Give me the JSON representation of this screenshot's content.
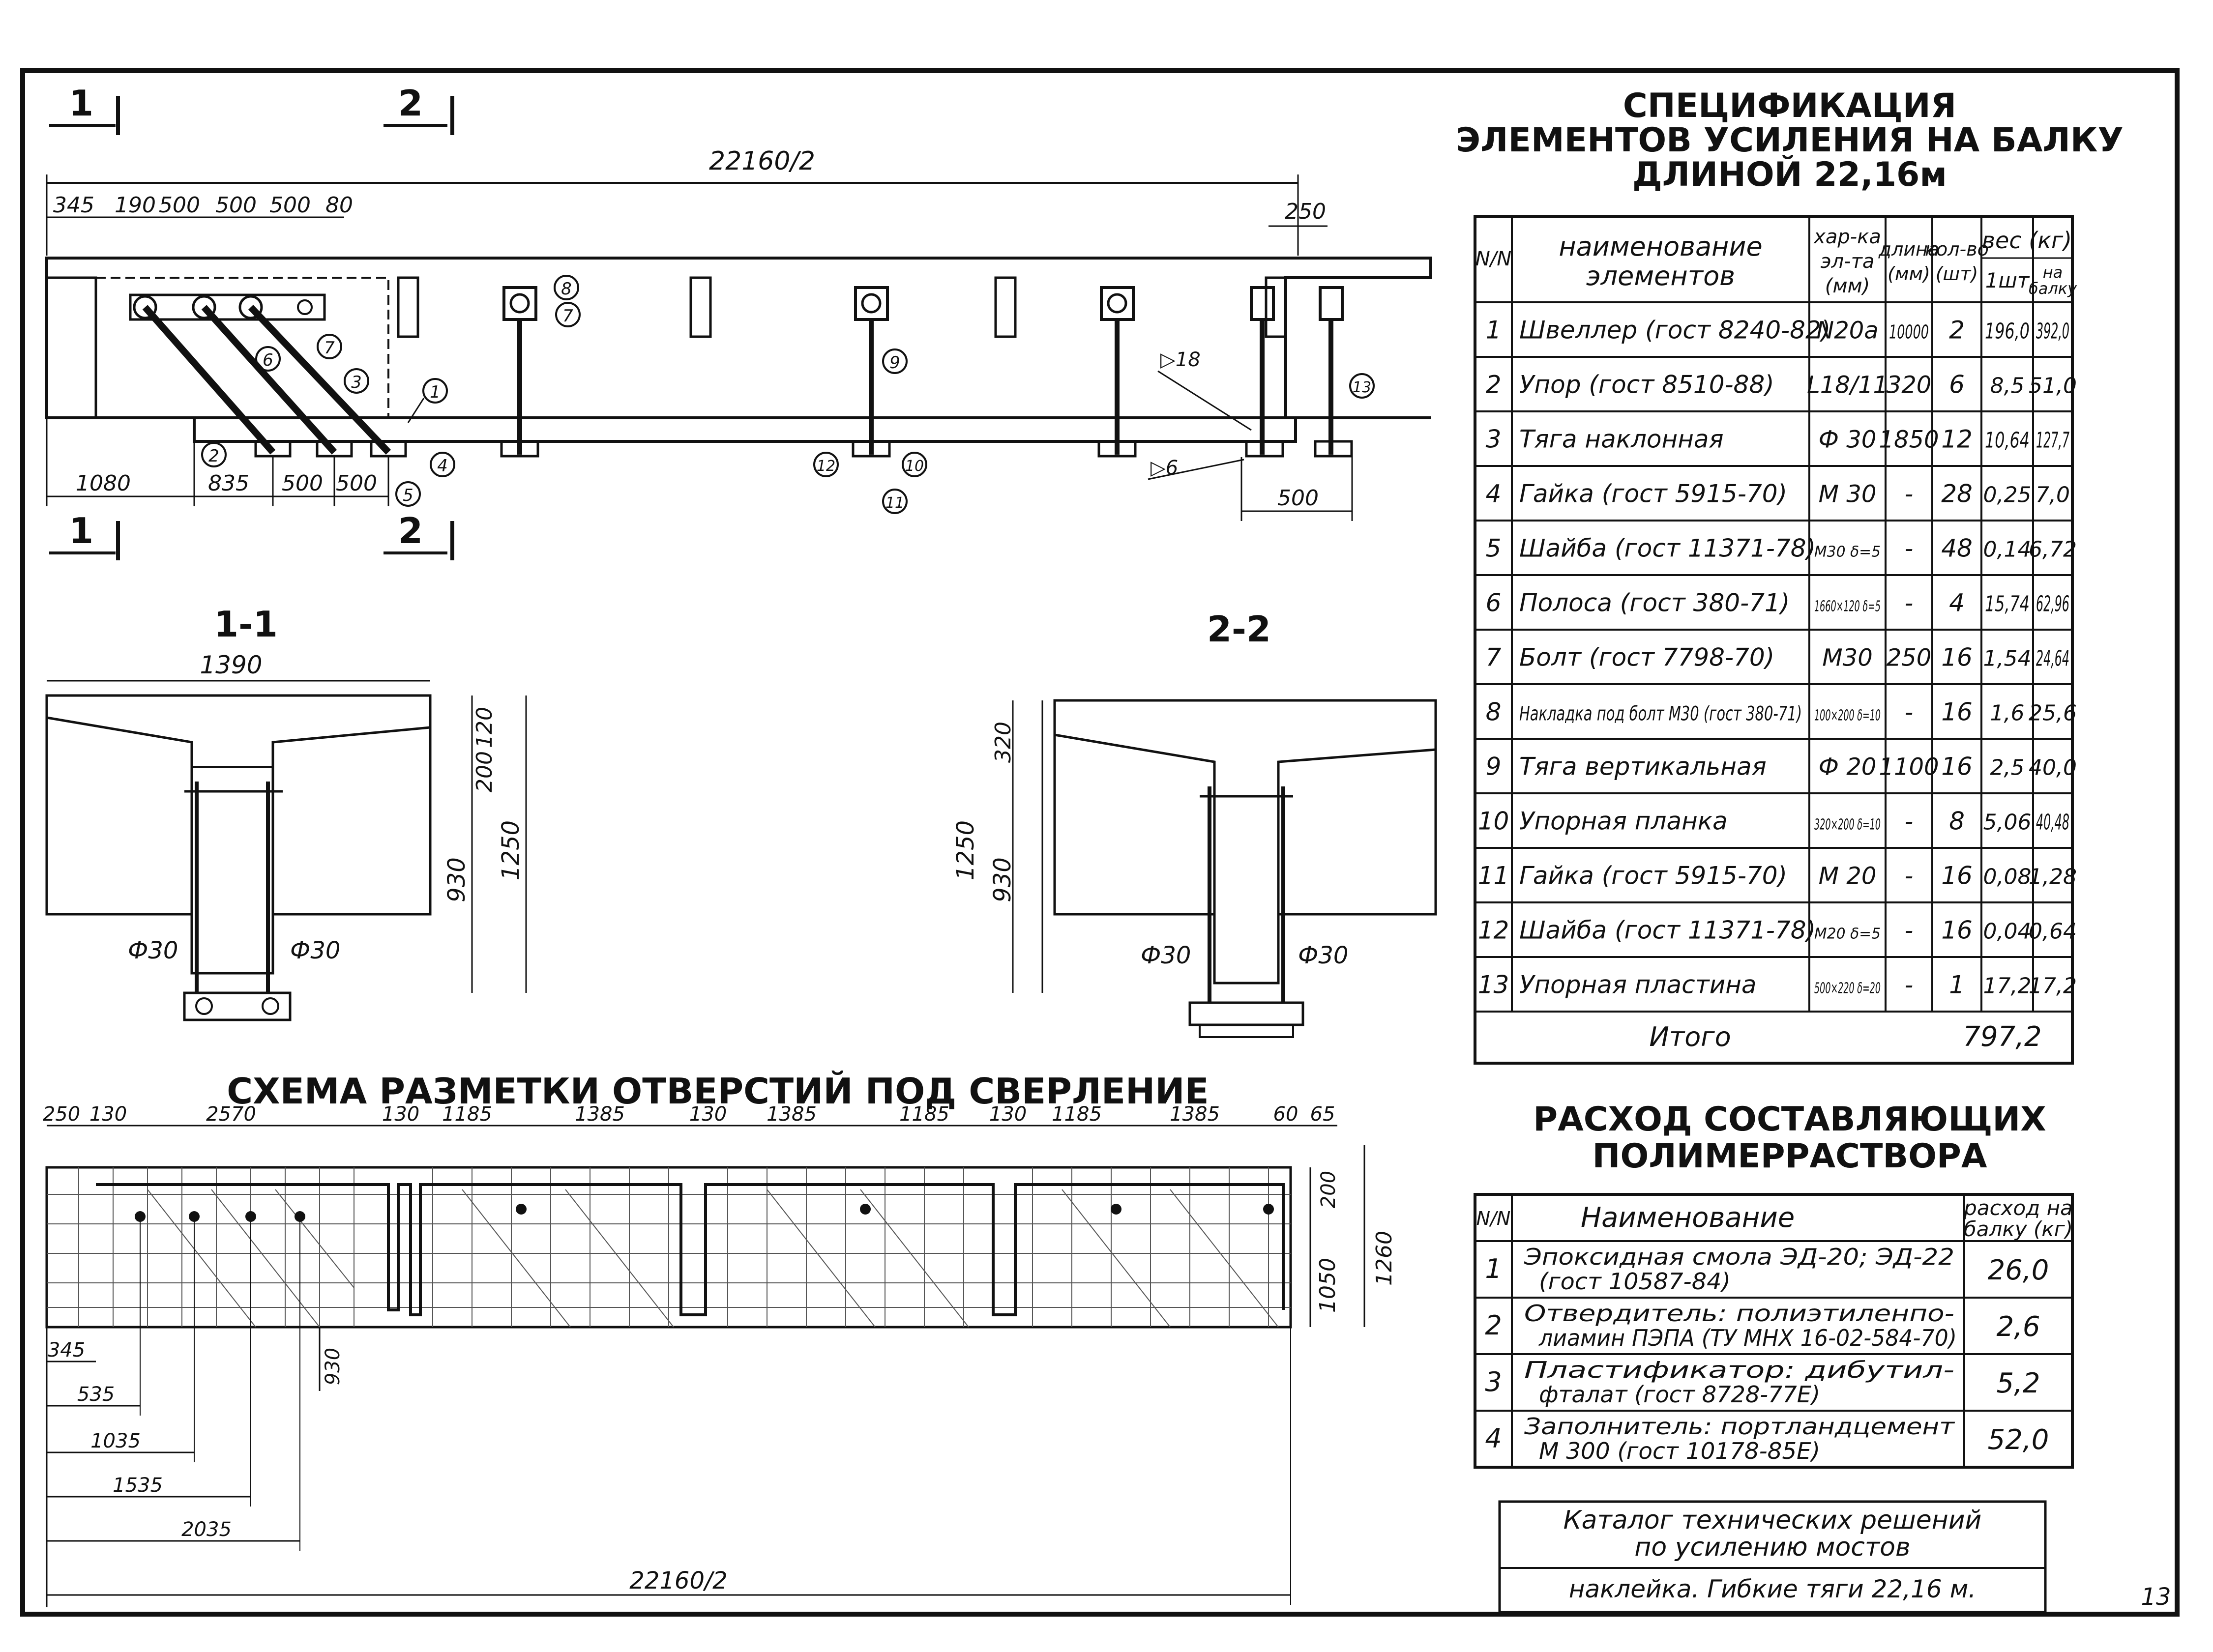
{
  "markers": {
    "one": "1",
    "two": "2",
    "sec11": "1-1",
    "sec22": "2-2"
  },
  "elevation": {
    "total_len": "22160/2",
    "top_dims": [
      "345",
      "190",
      "500",
      "500",
      "500",
      "80"
    ],
    "bot_dims": [
      "1080",
      "835",
      "500",
      "500"
    ],
    "right_dims": [
      "250",
      "500"
    ],
    "weld_a": "18",
    "weld_b": "6",
    "callouts": [
      "1",
      "2",
      "3",
      "4",
      "5",
      "6",
      "7",
      "7",
      "8",
      "9",
      "10",
      "11",
      "12",
      "13"
    ]
  },
  "section11": {
    "width": "1390",
    "dims": [
      "120",
      "200",
      "930",
      "1250"
    ],
    "rod_left": "Ф30",
    "rod_right": "Ф30"
  },
  "section22": {
    "dims": [
      "320",
      "930",
      "1250"
    ],
    "rod_left": "Ф30",
    "rod_right": "Ф30"
  },
  "drill": {
    "title": "СХЕМА РАЗМЕТКИ ОТВЕРСТИЙ ПОД СВЕРЛЕНИЕ",
    "top_dims": [
      "250",
      "130",
      "2570",
      "130",
      "1185",
      "1385",
      "130",
      "1385",
      "1185",
      "130",
      "1185",
      "1385",
      "60",
      "65"
    ],
    "right_dims": [
      "200",
      "1050",
      "1260"
    ],
    "left_dims": [
      "345",
      "535",
      "1035",
      "1535",
      "2035",
      "930"
    ],
    "total": "22160/2"
  },
  "spec": {
    "title1": "СПЕЦИФИКАЦИЯ",
    "title2": "ЭЛЕМЕНТОВ УСИЛЕНИЯ НА БАЛКУ",
    "title3": "ДЛИНОЙ 22,16м",
    "head": {
      "n": "N/N",
      "name": "наименование элементов",
      "char": "хар-ка эл-та (мм)",
      "len": "длина (мм)",
      "qty": "кол-во (шт)",
      "weight": "вес (кг)",
      "w1": "1шт",
      "wall": "на балку"
    },
    "rows": [
      {
        "n": "1",
        "name": "Швеллер (гост 8240-82)",
        "char": "N20а",
        "len": "10000",
        "qty": "2",
        "w1": "196,0",
        "wall": "392,0"
      },
      {
        "n": "2",
        "name": "Упор (гост 8510-88)",
        "char": "L18/11",
        "len": "320",
        "qty": "6",
        "w1": "8,5",
        "wall": "51,0"
      },
      {
        "n": "3",
        "name": "Тяга наклонная",
        "char": "Ф 30",
        "len": "1850",
        "qty": "12",
        "w1": "10,64",
        "wall": "127,7"
      },
      {
        "n": "4",
        "name": "Гайка (гост 5915-70)",
        "char": "М 30",
        "len": "-",
        "qty": "28",
        "w1": "0,25",
        "wall": "7,0"
      },
      {
        "n": "5",
        "name": "Шайба (гост 11371-78)",
        "char": "М30 δ=5",
        "len": "-",
        "qty": "48",
        "w1": "0,14",
        "wall": "6,72"
      },
      {
        "n": "6",
        "name": "Полоса (гост 380-71)",
        "char": "1660×120 δ=5",
        "len": "-",
        "qty": "4",
        "w1": "15,74",
        "wall": "62,96"
      },
      {
        "n": "7",
        "name": "Болт (гост 7798-70)",
        "char": "М30",
        "len": "250",
        "qty": "16",
        "w1": "1,54",
        "wall": "24,64"
      },
      {
        "n": "8",
        "name": "Накладка под болт М30 (гост 380-71)",
        "char": "100×200 δ=10",
        "len": "-",
        "qty": "16",
        "w1": "1,6",
        "wall": "25,6"
      },
      {
        "n": "9",
        "name": "Тяга вертикальная",
        "char": "Ф 20",
        "len": "1100",
        "qty": "16",
        "w1": "2,5",
        "wall": "40,0"
      },
      {
        "n": "10",
        "name": "Упорная планка",
        "char": "320×200 δ=10",
        "len": "-",
        "qty": "8",
        "w1": "5,06",
        "wall": "40,48"
      },
      {
        "n": "11",
        "name": "Гайка (гост 5915-70)",
        "char": "М 20",
        "len": "-",
        "qty": "16",
        "w1": "0,08",
        "wall": "1,28"
      },
      {
        "n": "12",
        "name": "Шайба (гост 11371-78)",
        "char": "М20 δ=5",
        "len": "-",
        "qty": "16",
        "w1": "0,04",
        "wall": "0,64"
      },
      {
        "n": "13",
        "name": "Упорная пластина",
        "char": "500×220 δ=20",
        "len": "-",
        "qty": "1",
        "w1": "17,2",
        "wall": "17,2"
      }
    ],
    "total_label": "Итого",
    "total_value": "797,2"
  },
  "polymer": {
    "title1": "РАСХОД СОСТАВЛЯЮЩИХ",
    "title2": "ПОЛИМЕРРАСТВОРА",
    "head": {
      "n": "N/N",
      "name": "Наименование",
      "rate": "расход на балку (кг)"
    },
    "rows": [
      {
        "n": "1",
        "l1": "Эпоксидная смола ЭД-20; ЭД-22",
        "l2": "(гост 10587-84)",
        "v": "26,0"
      },
      {
        "n": "2",
        "l1": "Отвердитель: полиэтиленпо-",
        "l2": "лиамин ПЭПА (ТУ МНХ 16-02-584-70)",
        "v": "2,6"
      },
      {
        "n": "3",
        "l1": "Пластификатор: дибутил-",
        "l2": "фталат (гост 8728-77Е)",
        "v": "5,2"
      },
      {
        "n": "4",
        "l1": "Заполнитель: портландцемент",
        "l2": "М 300 (гост 10178-85Е)",
        "v": "52,0"
      }
    ]
  },
  "stamp": {
    "line1": "Каталог технических решений",
    "line2": "по усилению мостов",
    "line3": "наклейка. Гибкие тяги 22,16 м."
  },
  "page_number": "13"
}
